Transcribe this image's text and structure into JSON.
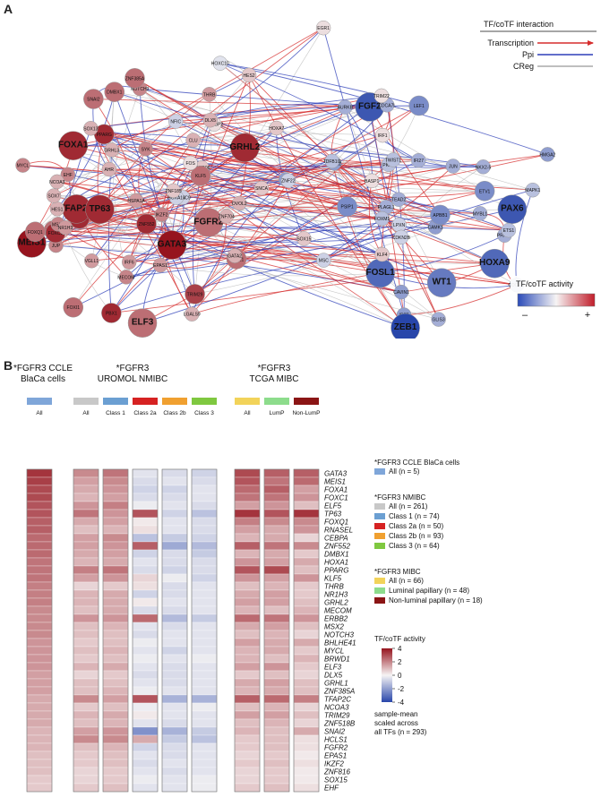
{
  "panel_a": {
    "letter": "A",
    "legend": {
      "title": "TF/coTF interaction",
      "items": [
        {
          "label": "Transcription",
          "color": "#d62d2d"
        },
        {
          "label": "Ppi",
          "color": "#2e3fb8"
        },
        {
          "label": "CReg",
          "color": "#aaaaaa"
        }
      ],
      "activity_title": "TF/coTF activity",
      "activity_minus": "–",
      "activity_plus": "+"
    },
    "nodes": [
      {
        "label": "ZNF506",
        "v": 0.2
      },
      {
        "label": "ZNF254",
        "v": 0.3
      },
      {
        "label": "ZNF331",
        "v": 0.6
      },
      {
        "label": "LPXN",
        "v": -0.2
      },
      {
        "label": "ZNF816",
        "v": 0.3
      },
      {
        "label": "PBX1",
        "v": 0.9
      },
      {
        "label": "HOXA7",
        "v": 0.2
      },
      {
        "label": "PSIP1",
        "v": -0.6
      },
      {
        "label": "GRHL3",
        "v": 0.3
      },
      {
        "label": "CRABP2",
        "v": 0.1
      },
      {
        "label": "ZNF552",
        "v": 0.9
      },
      {
        "label": "GRHL2",
        "v": 0.9
      },
      {
        "label": "HOXA9",
        "v": -0.8
      },
      {
        "label": "ETV1",
        "v": -0.6
      },
      {
        "label": "JUP",
        "v": 0.5
      },
      {
        "label": "PPARG",
        "v": 0.9
      },
      {
        "label": "LGALS9",
        "v": 0.3
      },
      {
        "label": "ERBB2",
        "v": 0.9
      },
      {
        "label": "EHF",
        "v": 0.5
      },
      {
        "label": "TRIM29",
        "v": 0.8
      },
      {
        "label": "VGLL1",
        "v": 0.4
      },
      {
        "label": "GRHL1",
        "v": 0.6
      },
      {
        "label": "ELF3",
        "v": 0.6
      },
      {
        "label": "TFAP2C",
        "v": 0.9
      },
      {
        "label": "FOXA1",
        "v": 0.9
      },
      {
        "label": "NOTCH3",
        "v": 0.5
      },
      {
        "label": "GATA3",
        "v": 1.0
      },
      {
        "label": "TP63",
        "v": 0.9
      },
      {
        "label": "FGFR2",
        "v": 0.6
      },
      {
        "label": "SNAI2",
        "v": 0.6
      },
      {
        "label": "KLF5",
        "v": 0.6
      },
      {
        "label": "FOXC1",
        "v": 0.9
      },
      {
        "label": "MEIS1",
        "v": 1.0
      },
      {
        "label": "MSX2",
        "v": 0.5
      },
      {
        "label": "IRF6",
        "v": 0.4
      },
      {
        "label": "IFI27",
        "v": -0.4
      },
      {
        "label": "IRF7",
        "v": -0.5
      },
      {
        "label": "THRB",
        "v": 0.4
      },
      {
        "label": "HMGA2",
        "v": -0.5
      },
      {
        "label": "LEF1",
        "v": -0.6
      },
      {
        "label": "TEAD2",
        "v": -0.4
      },
      {
        "label": "FOSL1",
        "v": -0.8
      },
      {
        "label": "WT1",
        "v": -0.7
      },
      {
        "label": "FGF2",
        "v": -0.9
      },
      {
        "label": "ZEB1",
        "v": -1.0
      },
      {
        "label": "PAX6",
        "v": -0.9
      },
      {
        "label": "LOXL2",
        "v": -0.5
      },
      {
        "label": "CDKN2B",
        "v": -0.2
      },
      {
        "label": "HDAC9",
        "v": -0.2
      },
      {
        "label": "TDFB1I1",
        "v": -0.3
      },
      {
        "label": "CDC45L",
        "v": -0.3
      },
      {
        "label": "NKX2-5",
        "v": -0.4
      },
      {
        "label": "MYBL1",
        "v": -0.4
      },
      {
        "label": "CDCA7L",
        "v": -0.4
      },
      {
        "label": "AURKB",
        "v": -0.4
      },
      {
        "label": "GLIS3",
        "v": -0.4
      },
      {
        "label": "CAMK1",
        "v": -0.5
      },
      {
        "label": "APBB1",
        "v": -0.6
      },
      {
        "label": "ENG",
        "v": -0.5
      },
      {
        "label": "JUN",
        "v": -0.4
      },
      {
        "label": "PLAGL1",
        "v": -0.4
      },
      {
        "label": "CAVIN1",
        "v": -0.5
      },
      {
        "label": "PRKD1",
        "v": -0.4
      },
      {
        "label": "SOX15",
        "v": 0.2
      },
      {
        "label": "SYK",
        "v": 0.5
      },
      {
        "label": "HSPA1A",
        "v": 0.4
      },
      {
        "label": "AHR",
        "v": 0.3
      },
      {
        "label": "SNCA",
        "v": 0.2
      },
      {
        "label": "HES1",
        "v": 0.3
      },
      {
        "label": "OVOL2",
        "v": 0.3
      },
      {
        "label": "FOXQ1",
        "v": 0.6
      },
      {
        "label": "FOXI1",
        "v": 0.6
      },
      {
        "label": "DMBX1",
        "v": 0.6
      },
      {
        "label": "MECOM",
        "v": 0.5
      },
      {
        "label": "GATA2",
        "v": 0.3
      },
      {
        "label": "IKZF2",
        "v": 0.5
      },
      {
        "label": "EPAS1",
        "v": 0.4
      },
      {
        "label": "ZNF704",
        "v": 0.3
      },
      {
        "label": "NR1H3",
        "v": 0.4
      },
      {
        "label": "MYCL",
        "v": 0.5
      },
      {
        "label": "NCOA3",
        "v": 0.3
      },
      {
        "label": "KLF4",
        "v": 0.2
      },
      {
        "label": "HES2",
        "v": 0.2
      },
      {
        "label": "TRIM22",
        "v": 0.1
      },
      {
        "label": "HOXA10",
        "v": -0.2
      },
      {
        "label": "CLU",
        "v": 0.3
      },
      {
        "label": "FOS",
        "v": 0.1
      },
      {
        "label": "EGR1",
        "v": 0.1
      },
      {
        "label": "NFIC",
        "v": -0.2
      },
      {
        "label": "HOXC10",
        "v": -0.1
      },
      {
        "label": "FOXM1",
        "v": -0.3
      },
      {
        "label": "MAPK1",
        "v": -0.3
      },
      {
        "label": "SOX13",
        "v": 0.3
      },
      {
        "label": "ZNF385A",
        "v": 0.6
      },
      {
        "label": "SOX7",
        "v": 0.3
      },
      {
        "label": "DLX5",
        "v": 0.3
      },
      {
        "label": "ETS1",
        "v": -0.3
      },
      {
        "label": "ZNF185",
        "v": 0.2
      },
      {
        "label": "PKN1",
        "v": -0.3
      },
      {
        "label": "TWIST1",
        "v": -0.3
      },
      {
        "label": "MSC",
        "v": -0.2
      },
      {
        "label": "ZNF22",
        "v": -0.2
      },
      {
        "label": "IRF1",
        "v": 0.1
      },
      {
        "label": "BASP1",
        "v": 0.1
      }
    ]
  },
  "panel_b": {
    "letter": "B",
    "groups": [
      {
        "title": [
          "*FGFR3 CCLE",
          "BlaCa cells"
        ],
        "subgroups": [
          {
            "label": "All",
            "color": "#7fa6d9"
          }
        ]
      },
      {
        "title": [
          "*FGFR3",
          "UROMOL NMIBC"
        ],
        "subgroups": [
          {
            "label": "All",
            "color": "#c8c8c8"
          },
          {
            "label": "Class 1",
            "color": "#6b9fd2"
          },
          {
            "label": "Class 2a",
            "color": "#d62222"
          },
          {
            "label": "Class 2b",
            "color": "#f0a030"
          },
          {
            "label": "Class 3",
            "color": "#7fc840"
          }
        ]
      },
      {
        "title": [
          "*FGFR3",
          "TCGA MIBC"
        ],
        "subgroups": [
          {
            "label": "All",
            "color": "#f2d35a"
          },
          {
            "label": "LumP",
            "color": "#8ddc8c"
          },
          {
            "label": "Non-LumP",
            "color": "#8b1515"
          }
        ]
      }
    ],
    "tfs": [
      "GATA3",
      "MEIS1",
      "FOXA1",
      "FOXC1",
      "ELF5",
      "TP63",
      "FOXQ1",
      "RNASEL",
      "CEBPA",
      "ZNF552",
      "DMBX1",
      "HOXA1",
      "PPARG",
      "KLF5",
      "THRB",
      "NR1H3",
      "GRHL2",
      "MECOM",
      "ERBB2",
      "MSX2",
      "NOTCH3",
      "BHLHE41",
      "MYCL",
      "BRWD1",
      "ELF3",
      "DLX5",
      "GRHL1",
      "ZNF385A",
      "TFAP2C",
      "NCOA3",
      "TRIM29",
      "ZNF518B",
      "SNAI2",
      "HCLS1",
      "FGFR2",
      "EPAS1",
      "IKZF2",
      "ZNF816",
      "SOX15",
      "EHF"
    ],
    "heatmap_values": [
      [
        3.6,
        2.0,
        2.4,
        -0.4,
        -0.6,
        -0.8,
        3.2,
        2.8,
        2.8
      ],
      [
        3.4,
        1.6,
        2.0,
        -0.6,
        -0.4,
        -0.6,
        3.0,
        2.4,
        2.6
      ],
      [
        3.2,
        1.4,
        1.8,
        -0.8,
        -0.8,
        -0.4,
        2.6,
        2.8,
        1.6
      ],
      [
        3.2,
        1.2,
        1.6,
        -0.6,
        -0.6,
        -0.4,
        2.4,
        2.4,
        1.8
      ],
      [
        3.0,
        1.8,
        2.2,
        -0.2,
        -0.4,
        -0.6,
        1.6,
        1.8,
        1.0
      ],
      [
        3.0,
        2.4,
        1.8,
        3.0,
        -0.8,
        -1.2,
        3.6,
        3.0,
        3.6
      ],
      [
        2.8,
        1.4,
        1.6,
        0.2,
        -0.4,
        -0.6,
        2.2,
        2.0,
        2.0
      ],
      [
        2.8,
        1.0,
        1.2,
        0.4,
        -0.4,
        -0.6,
        1.6,
        1.4,
        1.8
      ],
      [
        2.6,
        1.6,
        2.0,
        -1.2,
        -1.0,
        -0.8,
        1.2,
        1.4,
        0.6
      ],
      [
        2.6,
        1.6,
        1.8,
        2.8,
        -1.8,
        -1.4,
        2.8,
        2.4,
        2.0
      ],
      [
        2.6,
        1.4,
        1.6,
        -0.8,
        -0.6,
        -1.0,
        1.2,
        1.4,
        0.8
      ],
      [
        2.4,
        1.2,
        1.4,
        -0.4,
        -0.6,
        -0.6,
        1.8,
        1.6,
        1.4
      ],
      [
        2.4,
        2.2,
        2.4,
        -0.6,
        -0.8,
        -0.6,
        3.0,
        3.2,
        1.0
      ],
      [
        2.4,
        1.6,
        1.8,
        0.6,
        -0.2,
        -0.8,
        1.8,
        1.6,
        1.8
      ],
      [
        2.2,
        0.6,
        0.8,
        0.4,
        -0.6,
        -0.4,
        1.0,
        1.2,
        0.8
      ],
      [
        2.2,
        1.2,
        1.4,
        -0.8,
        -0.6,
        -0.4,
        1.4,
        1.6,
        0.8
      ],
      [
        2.2,
        1.2,
        1.4,
        0.2,
        -0.4,
        -0.4,
        1.6,
        1.6,
        1.0
      ],
      [
        2.0,
        1.0,
        1.4,
        -0.6,
        -0.6,
        -0.4,
        1.2,
        1.0,
        1.2
      ],
      [
        2.0,
        1.8,
        1.8,
        2.6,
        -1.4,
        -1.0,
        2.6,
        2.4,
        1.8
      ],
      [
        2.0,
        1.0,
        1.2,
        -0.4,
        -0.6,
        -0.4,
        1.4,
        1.6,
        1.0
      ],
      [
        2.0,
        1.0,
        1.0,
        -0.6,
        -0.4,
        -0.4,
        1.0,
        1.2,
        0.6
      ],
      [
        1.8,
        0.8,
        1.0,
        -0.2,
        -0.4,
        -0.4,
        1.6,
        1.4,
        1.4
      ],
      [
        1.8,
        1.0,
        1.2,
        -0.4,
        -0.8,
        -0.4,
        1.2,
        1.4,
        0.8
      ],
      [
        1.8,
        0.8,
        1.0,
        -0.2,
        -0.4,
        -0.2,
        1.2,
        1.0,
        1.2
      ],
      [
        1.8,
        1.2,
        1.4,
        -0.4,
        -0.6,
        -0.4,
        1.6,
        1.8,
        0.8
      ],
      [
        1.6,
        0.6,
        0.8,
        -0.6,
        -0.6,
        -0.4,
        0.8,
        1.0,
        0.6
      ],
      [
        1.6,
        1.0,
        1.0,
        -0.4,
        -0.6,
        -0.4,
        1.4,
        1.6,
        1.0
      ],
      [
        1.6,
        1.0,
        1.2,
        -0.2,
        -0.4,
        -0.4,
        1.2,
        1.4,
        1.0
      ],
      [
        1.4,
        2.0,
        1.6,
        3.0,
        -1.6,
        -1.6,
        2.8,
        2.6,
        2.2
      ],
      [
        1.4,
        0.8,
        1.0,
        -0.2,
        -0.4,
        -0.2,
        1.0,
        1.2,
        0.6
      ],
      [
        1.4,
        1.2,
        1.4,
        0.2,
        -0.4,
        -0.4,
        1.6,
        1.6,
        1.0
      ],
      [
        1.4,
        1.0,
        1.2,
        -0.4,
        -0.6,
        -0.4,
        1.0,
        1.2,
        0.6
      ],
      [
        1.2,
        1.6,
        1.8,
        -2.4,
        -1.6,
        -1.0,
        1.2,
        1.0,
        1.4
      ],
      [
        1.2,
        2.0,
        2.0,
        1.4,
        -1.0,
        -1.2,
        0.8,
        1.0,
        0.4
      ],
      [
        1.2,
        1.0,
        1.2,
        -0.8,
        -0.6,
        -0.4,
        0.8,
        1.0,
        0.4
      ],
      [
        1.0,
        0.8,
        1.0,
        -0.4,
        -0.6,
        -0.4,
        0.6,
        0.8,
        0.2
      ],
      [
        1.0,
        0.8,
        1.0,
        -0.6,
        -0.4,
        -0.4,
        0.8,
        1.0,
        0.4
      ],
      [
        1.0,
        0.6,
        0.8,
        -0.4,
        -0.6,
        -0.4,
        0.6,
        0.8,
        0.2
      ],
      [
        0.8,
        0.6,
        0.8,
        -0.2,
        -0.4,
        -0.2,
        0.6,
        0.8,
        0.2
      ],
      [
        0.8,
        0.8,
        1.0,
        -0.4,
        -0.4,
        -0.2,
        0.8,
        1.0,
        0.4
      ]
    ],
    "legend": {
      "ccle": {
        "title": "*FGFR3 CCLE BlaCa cells",
        "items": [
          {
            "label": "All",
            "n": "(n = 5)",
            "color": "#7fa6d9"
          }
        ]
      },
      "nmibc": {
        "title": "*FGFR3 NMIBC",
        "items": [
          {
            "label": "All",
            "n": "(n = 261)",
            "color": "#c8c8c8"
          },
          {
            "label": "Class 1",
            "n": "(n = 74)",
            "color": "#6b9fd2"
          },
          {
            "label": "Class 2a",
            "n": "(n = 50)",
            "color": "#d62222"
          },
          {
            "label": "Class 2b",
            "n": "(n = 93)",
            "color": "#f0a030"
          },
          {
            "label": "Class 3",
            "n": "(n = 64)",
            "color": "#7fc840"
          }
        ]
      },
      "mibc": {
        "title": "*FGFR3 MIBC",
        "items": [
          {
            "label": "All",
            "n": "(n = 66)",
            "color": "#f2d35a"
          },
          {
            "label": "Luminal papillary",
            "n": "(n = 48)",
            "color": "#8ddc8c"
          },
          {
            "label": "Non-luminal papillary",
            "n": "(n = 18)",
            "color": "#8b1515"
          }
        ]
      },
      "scale_title": "TF/coTF activity",
      "scale_ticks": [
        "4",
        "2",
        "0",
        "-2",
        "-4"
      ],
      "note": [
        "sample-mean",
        "scaled across",
        "all TFs (n = 293)"
      ]
    }
  }
}
